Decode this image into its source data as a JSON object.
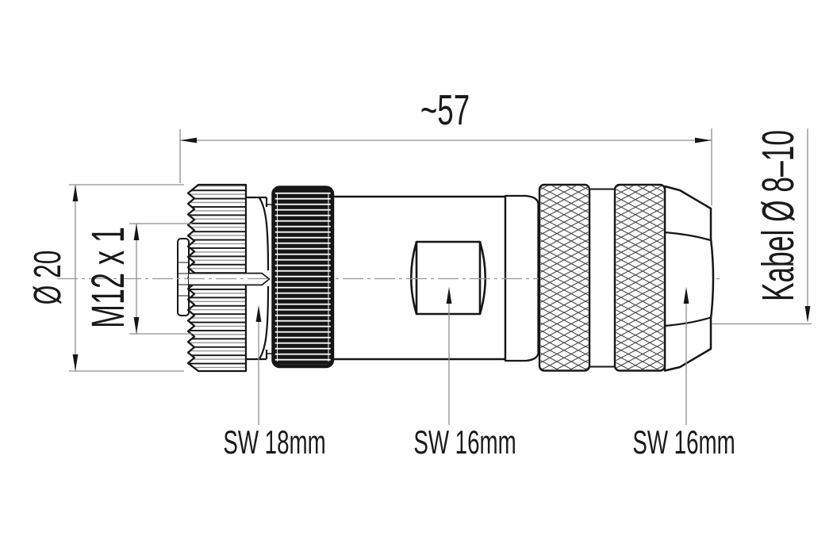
{
  "drawing": {
    "type": "technical-dimension-drawing",
    "subject": "M12 cable connector, side view",
    "labels": {
      "overall_length": "~57",
      "outer_diameter": "Ø 20",
      "thread": "M12 x 1",
      "cable_diameter": "Kabel Ø 8–10",
      "wrench_front": "SW 18mm",
      "wrench_middle": "SW 16mm",
      "wrench_rear": "SW 16mm"
    },
    "colors": {
      "background": "#ffffff",
      "outline": "#161616",
      "dimension_lines": "#8f8f8f",
      "text": "#1a1a1a"
    }
  }
}
